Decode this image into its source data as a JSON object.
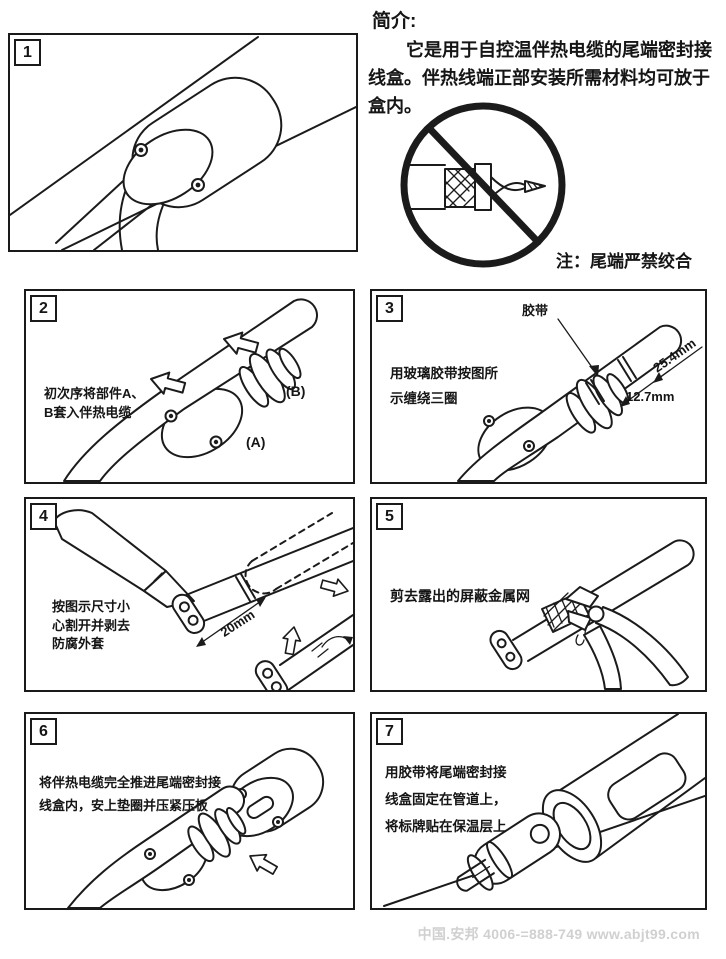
{
  "intro": {
    "title": "简介:",
    "body_lines": [
      "它是用于自控温伴热电缆的尾端密封接",
      "线盒。伴热线端正部安装所需材料均可放于",
      "盒内。"
    ],
    "note": "注：尾端严禁绞合",
    "prohibition_icon": "no-twisted-cable-end-icon"
  },
  "panels": [
    {
      "number": "1"
    },
    {
      "number": "2",
      "caption_lines": [
        "初次序将部件A、",
        "B套入伴热电缆"
      ],
      "labels": {
        "part_a": "(A)",
        "part_b": "(B)"
      }
    },
    {
      "number": "3",
      "caption_lines": [
        "用玻璃胶带按图所",
        "示缠绕三圈"
      ],
      "labels": {
        "tape": "胶带",
        "dim_outer": "25.4mm",
        "dim_inner": "12.7mm"
      }
    },
    {
      "number": "4",
      "caption_lines": [
        "按图示尺寸小",
        "心割开并剥去",
        "防腐外套"
      ],
      "labels": {
        "dim_strip": "20mm"
      }
    },
    {
      "number": "5",
      "caption_lines": [
        "剪去露出的屏蔽金属网"
      ]
    },
    {
      "number": "6",
      "caption_lines": [
        "将伴热电缆完全推进尾端密封接",
        "线盒内，安上垫圈并压紧压板"
      ]
    },
    {
      "number": "7",
      "caption_lines": [
        "用胶带将尾端密封接",
        "线盒固定在管道上，",
        "将标牌贴在保温层上"
      ]
    }
  ],
  "footer": {
    "text": "中国.安邦 4006-=888-749 www.abjt99.com"
  },
  "colors": {
    "line": "#1b1b1b",
    "footer_text": "#d0d0d0",
    "background": "#ffffff"
  }
}
